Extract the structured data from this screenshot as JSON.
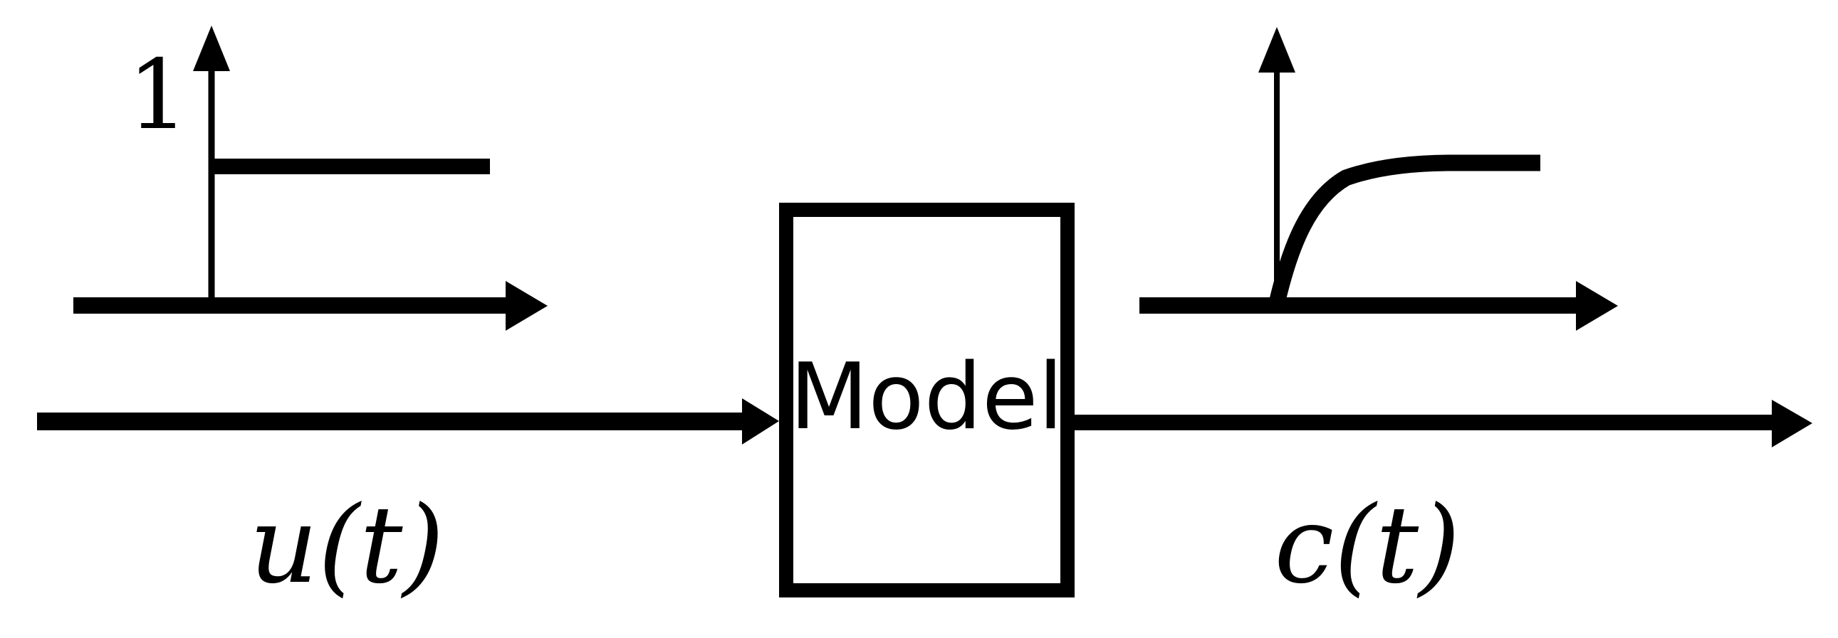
{
  "colors": {
    "background": "#ffffff",
    "ink": "#000000"
  },
  "model_box": {
    "label": "Model"
  },
  "signals": {
    "input_label": "u(t)",
    "output_label": "c(t)"
  },
  "input_plot": {
    "y_axis_tick_label": "1",
    "depicted_signal": "unit step: flat line at height 1 starting at vertical axis"
  },
  "output_plot": {
    "depicted_signal": "exponential rise from origin saturating at a constant plateau"
  }
}
